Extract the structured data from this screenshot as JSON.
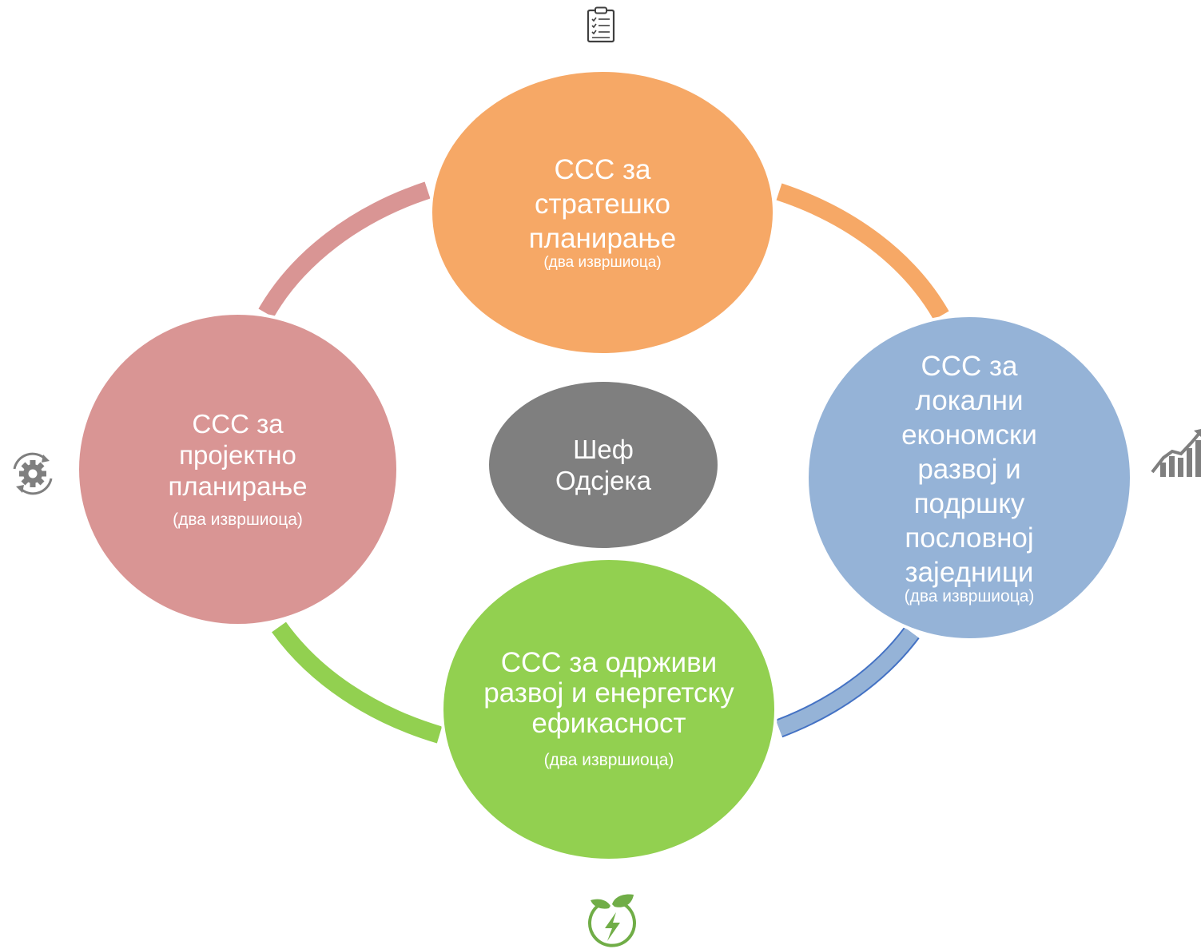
{
  "colors": {
    "strategic": "#f6a866",
    "economic": "#95b3d7",
    "sustainable": "#92d050",
    "project": "#d99594",
    "chief": "#7f7f7f",
    "icon_gray": "#7f7f7f",
    "icon_green": "#70ad47",
    "icon_dark": "#404040"
  },
  "center": {
    "label": "Шеф Одсјека"
  },
  "nodes": {
    "top": {
      "title": "ССС за стратешко планирање",
      "subtitle": "(два извршиоца)",
      "icon": "clipboard-checklist-icon"
    },
    "right": {
      "title": "ССС за локални економски развој и подршку пословној заједници",
      "subtitle": "(два извршиоца)",
      "icon": "growth-chart-icon"
    },
    "bottom": {
      "title": "ССС за одрживи развој и енергетску ефикасност",
      "subtitle": "(два извршиоца)",
      "icon": "green-energy-icon"
    },
    "left": {
      "title": "ССС за пројектно планирање",
      "subtitle": "(два извршиоца)",
      "icon": "gear-cycle-icon"
    }
  }
}
